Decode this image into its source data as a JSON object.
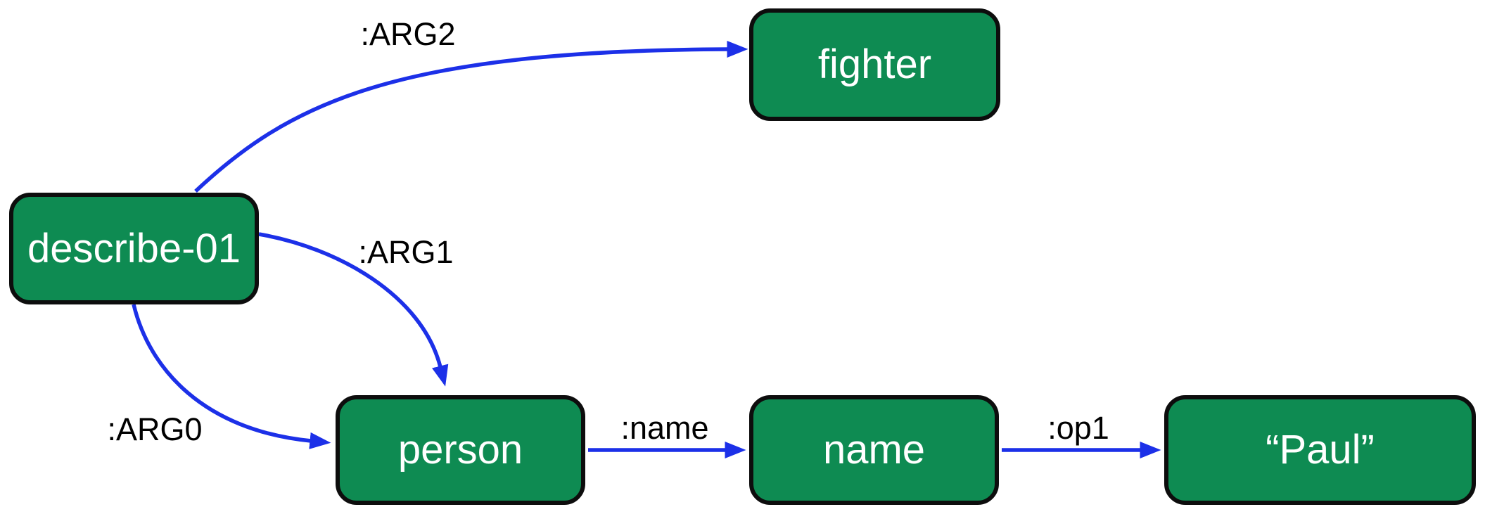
{
  "diagram": {
    "kind": "amr-semantic-graph",
    "colors": {
      "background": "#ffffff",
      "node_fill": "#0e8b52",
      "node_border": "#0d0d0d",
      "node_text": "#ffffff",
      "edge": "#1c30e8",
      "edge_label": "#000000"
    },
    "nodes": [
      {
        "id": "describe-01",
        "label": "describe-01"
      },
      {
        "id": "fighter",
        "label": "fighter"
      },
      {
        "id": "person",
        "label": "person"
      },
      {
        "id": "name",
        "label": "name"
      },
      {
        "id": "paul",
        "label": "“Paul”"
      }
    ],
    "edges": [
      {
        "from": "describe-01",
        "to": "fighter",
        "label": ":ARG2"
      },
      {
        "from": "describe-01",
        "to": "person",
        "label": ":ARG1"
      },
      {
        "from": "describe-01",
        "to": "person",
        "label": ":ARG0"
      },
      {
        "from": "person",
        "to": "name",
        "label": ":name"
      },
      {
        "from": "name",
        "to": "paul",
        "label": ":op1"
      }
    ]
  }
}
